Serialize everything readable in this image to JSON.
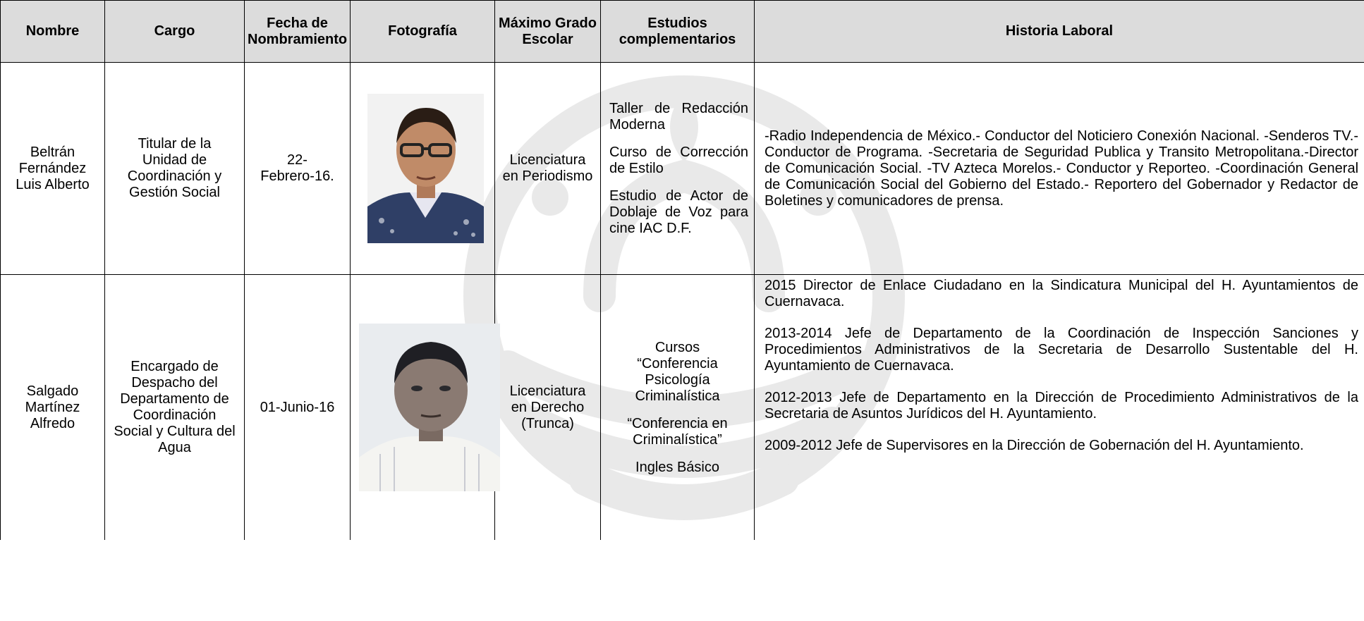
{
  "headers": {
    "nombre": "Nombre",
    "cargo": "Cargo",
    "fecha": "Fecha de Nombramiento",
    "foto": "Fotografía",
    "grado": "Máximo Grado Escolar",
    "estudios": "Estudios complementarios",
    "historia": "Historia Laboral"
  },
  "rows": [
    {
      "nombre": "Beltrán Fernández Luis Alberto",
      "cargo": "Titular de la Unidad de Coordinación y Gestión Social",
      "fecha": "22-Febrero-16.",
      "grado": "Licenciatura en Periodismo",
      "estudios": [
        "Taller de Redacción Moderna",
        "Curso de Corrección de Estilo",
        "Estudio de Actor de Doblaje de Voz para cine IAC D.F."
      ],
      "historia": [
        "-Radio Independencia de México.- Conductor del Noticiero Conexión Nacional.",
        "-Senderos TV.-Conductor de Programa.",
        "-Secretaria de Seguridad Publica y Transito Metropolitana.-Director de Comunicación Social.",
        "-TV Azteca Morelos.- Conductor y Reporteo.",
        "-Coordinación General de Comunicación Social del Gobierno del Estado.- Reportero del Gobernador y Redactor de Boletines y comunicadores de prensa."
      ]
    },
    {
      "nombre": "Salgado Martínez Alfredo",
      "cargo": "Encargado de Despacho del Departamento de Coordinación Social y Cultura del Agua",
      "fecha": "01-Junio-16",
      "grado": "Licenciatura en Derecho (Trunca)",
      "estudios": [
        "Cursos “Conferencia Psicología Criminalística",
        "“Conferencia en Criminalística”",
        "Ingles Básico"
      ],
      "historia": [
        "2015 Director de Enlace Ciudadano en  la Sindicatura Municipal del H. Ayuntamientos de Cuernavaca.",
        "2013-2014 Jefe de Departamento de la Coordinación de Inspección Sanciones y Procedimientos Administrativos de la Secretaria de Desarrollo Sustentable del H. Ayuntamiento de Cuernavaca.",
        "2012-2013 Jefe de Departamento en la Dirección de Procedimiento Administrativos de la Secretaria de Asuntos Jurídicos del H. Ayuntamiento.",
        "2009-2012 Jefe de Supervisores en la Dirección de Gobernación del H. Ayuntamiento."
      ]
    }
  ],
  "colors": {
    "header_bg": "#d9d9d9",
    "watermark": "#e6e6e6"
  }
}
